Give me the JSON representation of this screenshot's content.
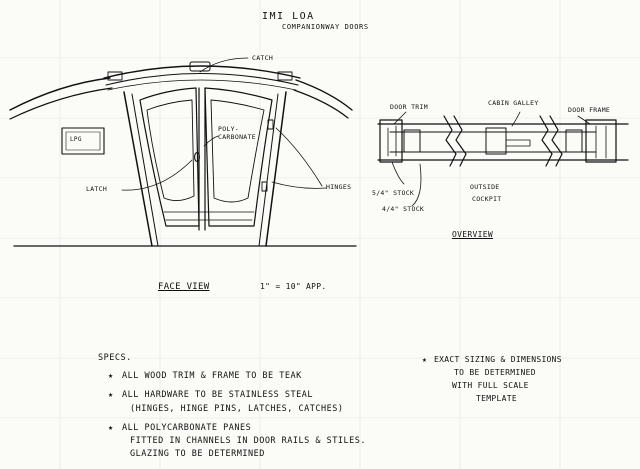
{
  "title": "Imi Loa",
  "subtitle": "Companionway Doors",
  "face_view": {
    "labels": {
      "catch": "Catch",
      "polycarbonate": "Poly-carbonate",
      "latch": "Latch",
      "hinges": "Hinges",
      "placard": "LPG"
    },
    "caption": "Face View",
    "scale": "1\" = 10\" App."
  },
  "overview": {
    "labels": {
      "door_trim": "Door Trim",
      "cabin_galley": "Cabin Galley",
      "door_frame": "Door Frame",
      "stock_5_4": "5/4\" Stock",
      "stock_4_4": "4/4\" Stock",
      "outside": "Outside",
      "cockpit": "Cockpit"
    },
    "caption": "Overview"
  },
  "specs": {
    "heading": "Specs.",
    "items": [
      [
        "All Wood Trim & Frame to be Teak"
      ],
      [
        "All Hardware to be Stainless Steal",
        "(Hinges, Hinge Pins, Latches, Catches)"
      ],
      [
        "All Polycarbonate Panes",
        "Fitted in Channels in Door Rails & Stiles.",
        "Glazing to be Determined"
      ]
    ],
    "note": [
      "Exact Sizing & Dimensions",
      "to be Determined",
      "with Full Scale",
      "Template"
    ]
  }
}
